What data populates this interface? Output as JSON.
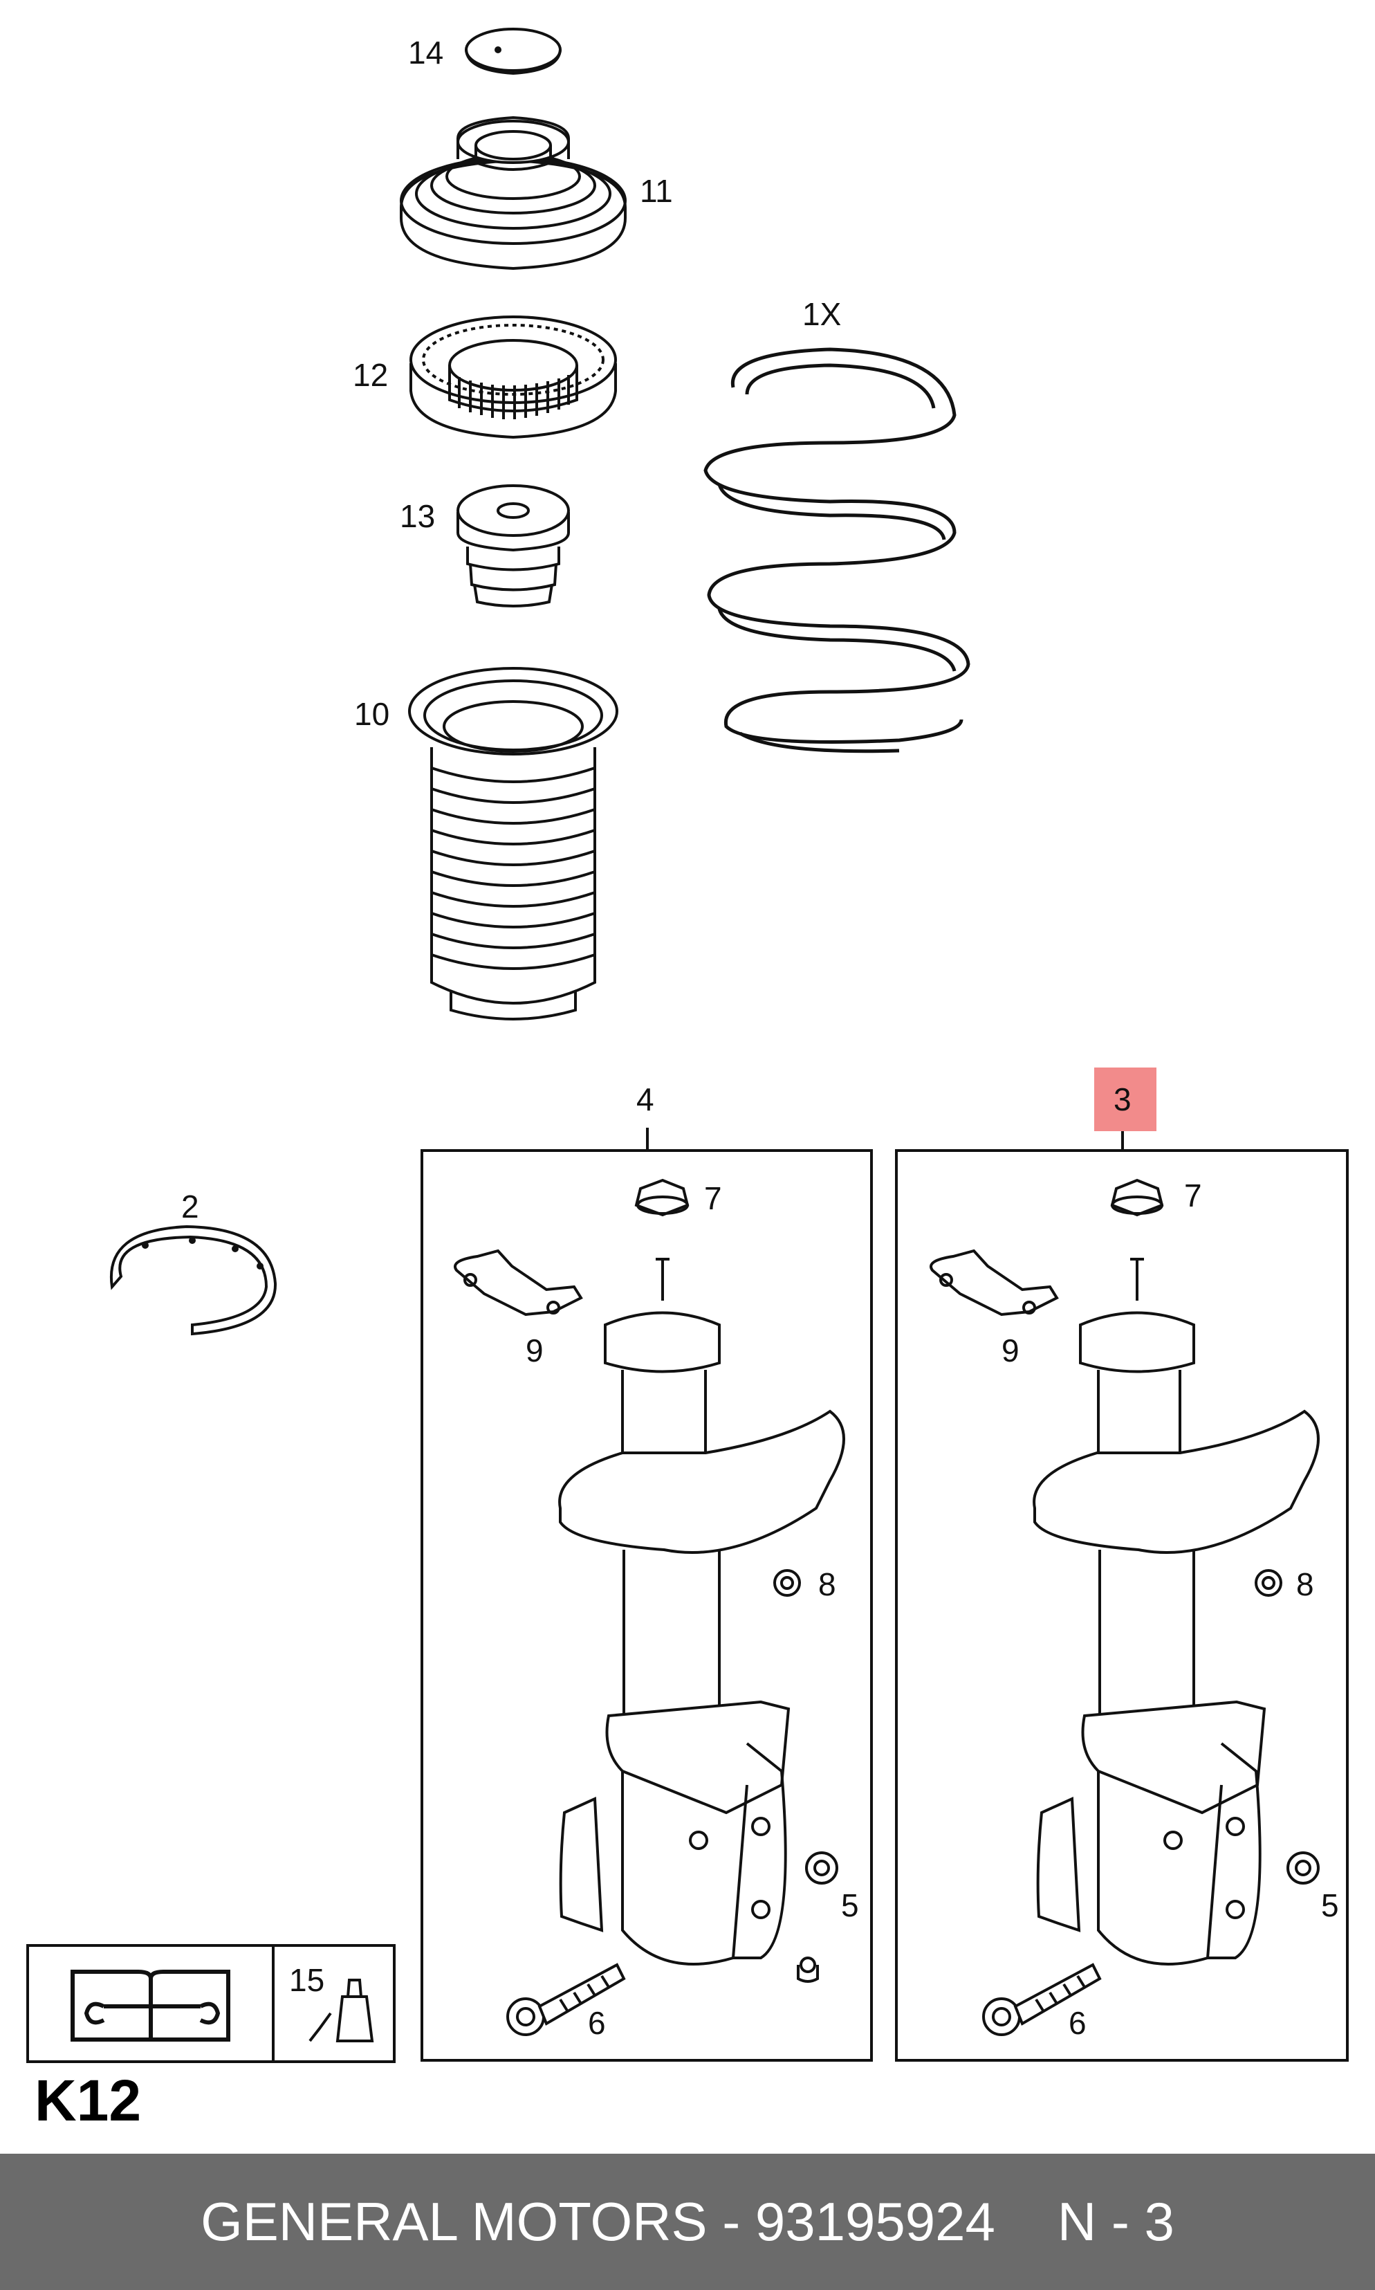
{
  "diagram": {
    "page_code": "K12",
    "parts": [
      {
        "ref": "14"
      },
      {
        "ref": "11"
      },
      {
        "ref": "12"
      },
      {
        "ref": "13"
      },
      {
        "ref": "10"
      },
      {
        "ref": "1X"
      },
      {
        "ref": "2"
      },
      {
        "ref": "4"
      },
      {
        "ref": "3",
        "highlighted": true
      },
      {
        "ref": "7"
      },
      {
        "ref": "9"
      },
      {
        "ref": "8"
      },
      {
        "ref": "5"
      },
      {
        "ref": "6"
      },
      {
        "ref": "15"
      }
    ],
    "highlight_color": "#f28b8b"
  },
  "labels": {
    "p14": "14",
    "p11": "11",
    "p12": "12",
    "p13": "13",
    "p10": "10",
    "p1x": "1X",
    "p2": "2",
    "p4": "4",
    "p3": "3",
    "p7a": "7",
    "p9a": "9",
    "p8a": "8",
    "p5a": "5",
    "p6a": "6",
    "p7b": "7",
    "p9b": "9",
    "p8b": "8",
    "p5b": "5",
    "p6b": "6",
    "p15": "15"
  },
  "footer": {
    "manufacturer_part": "GENERAL MOTORS - 93195924",
    "index": "N - 3"
  }
}
